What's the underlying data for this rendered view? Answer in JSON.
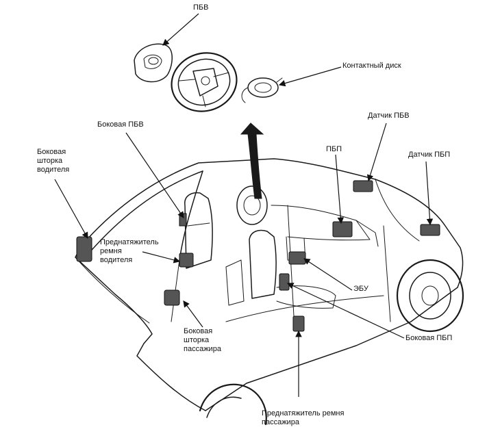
{
  "labels": {
    "driver_airbag": "ПБВ",
    "clock_spring": "Контактный диск",
    "driver_side_airbag": "Боковая ПБВ",
    "driver_airbag_sensor": "Датчик ПБВ",
    "driver_curtain": [
      "Боковая",
      "шторка",
      "водителя"
    ],
    "passenger_airbag": "ПБП",
    "passenger_airbag_sensor": "Датчик ПБП",
    "driver_pretensioner": [
      "Преднатяжитель",
      "ремня",
      "водителя"
    ],
    "ecu": "ЭБУ",
    "passenger_side_airbag": "Боковая ПБП",
    "passenger_curtain": [
      "Боковая",
      "шторка",
      "пассажира"
    ],
    "passenger_pretensioner": [
      "Преднатяжитель ремня",
      "пассажира"
    ]
  }
}
